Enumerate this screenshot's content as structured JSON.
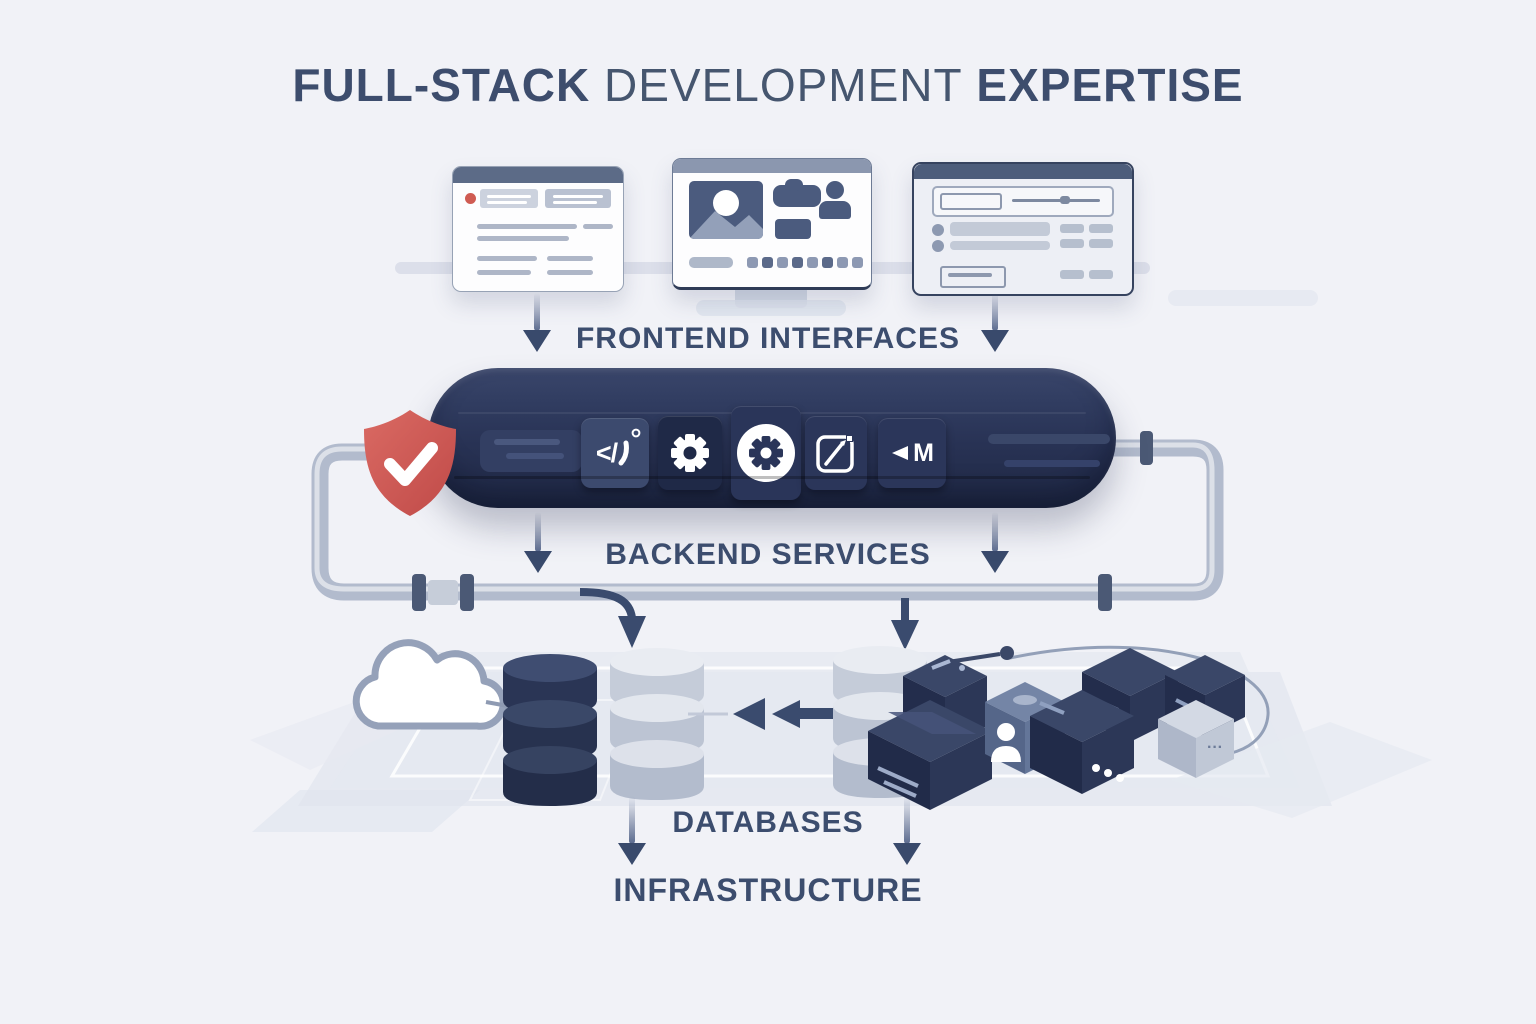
{
  "title": {
    "part_bold_1": "FULL-STACK",
    "part_regular": "DEVELOPMENT",
    "part_bold_2": "EXPERTISE"
  },
  "labels": {
    "frontend": "FRONTEND INTERFACES",
    "backend": "BACKEND SERVICES",
    "databases": "DATABASES",
    "infrastructure": "INFRASTRUCTURE"
  },
  "service_bar": {
    "icons": [
      {
        "name": "code-icon",
        "glyph": "</"
      },
      {
        "name": "gear-icon"
      },
      {
        "name": "gear-badge-icon"
      },
      {
        "name": "image-edit-icon"
      },
      {
        "name": "media-icon",
        "glyph": "M"
      }
    ]
  },
  "colors": {
    "background": "#f1f2f7",
    "heading_text": "#3d4d6d",
    "label_text": "#3c4d6e",
    "service_bar_dark": "#283254",
    "shield_red": "#cf5450",
    "pipe_gray": "#b2bbcd",
    "arrow_navy": "#394a6c",
    "node_dark": "#2a3555",
    "node_light": "#c6cdda",
    "node_medium": "#64769a"
  }
}
